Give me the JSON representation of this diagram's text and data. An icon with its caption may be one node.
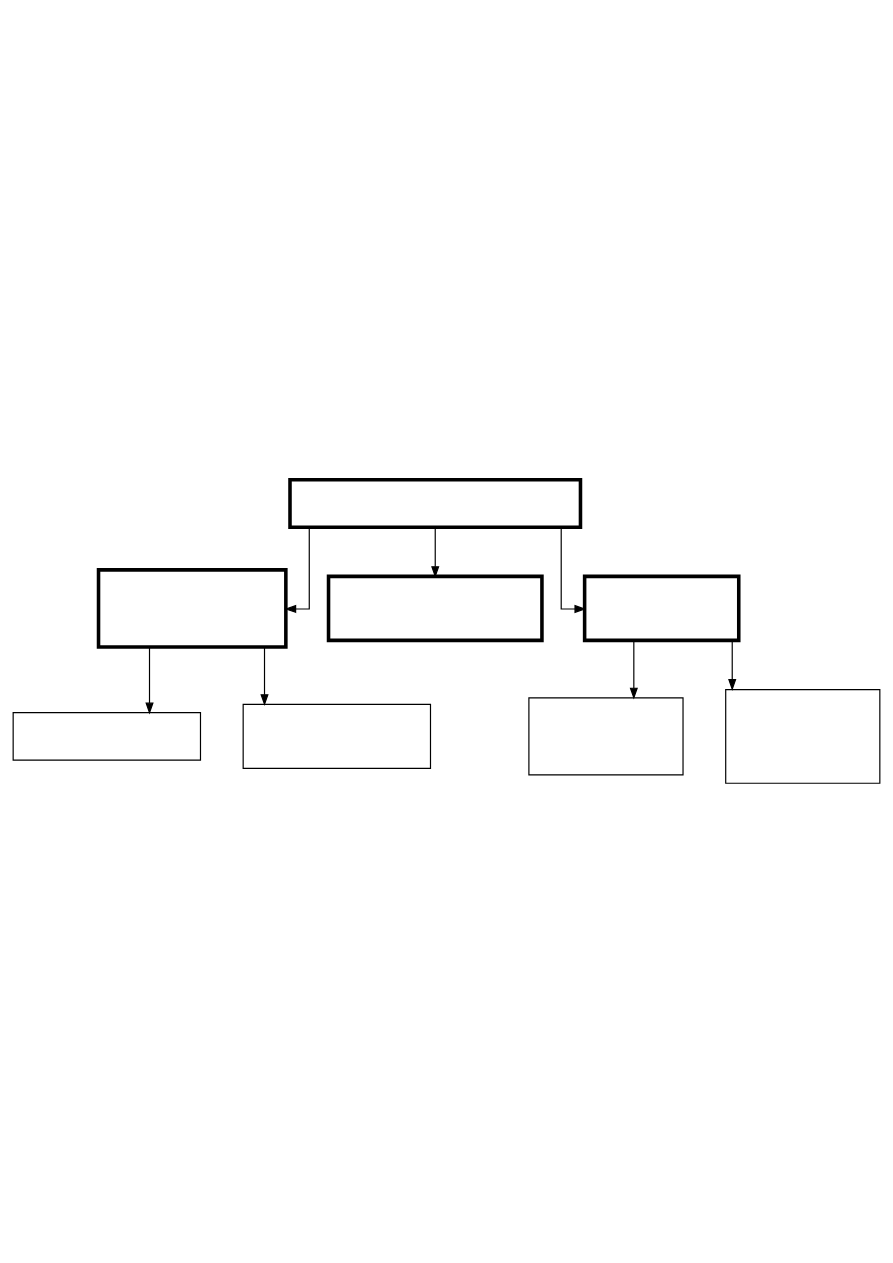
{
  "diagram": {
    "nodes": [
      {
        "text": [],
        "shape": "box"
      },
      {
        "text": [],
        "shape": "box"
      },
      {
        "text": [],
        "shape": "box"
      },
      {
        "text": [],
        "shape": "box"
      },
      {
        "text": [],
        "shape": "box"
      },
      {
        "text": [],
        "shape": "box"
      },
      {
        "text": [],
        "shape": "box"
      },
      {
        "text": [],
        "shape": "box"
      }
    ],
    "edges": [
      {
        "from": 0,
        "to": 1,
        "arrow": "to"
      },
      {
        "from": 0,
        "to": 2,
        "arrow": "to"
      },
      {
        "from": 0,
        "to": 3,
        "arrow": "to"
      },
      {
        "from": 1,
        "to": 4,
        "arrow": "to"
      },
      {
        "from": 1,
        "to": 5,
        "arrow": "to"
      },
      {
        "from": 3,
        "to": 6,
        "arrow": "to"
      },
      {
        "from": 3,
        "to": 7,
        "arrow": "to"
      }
    ]
  }
}
